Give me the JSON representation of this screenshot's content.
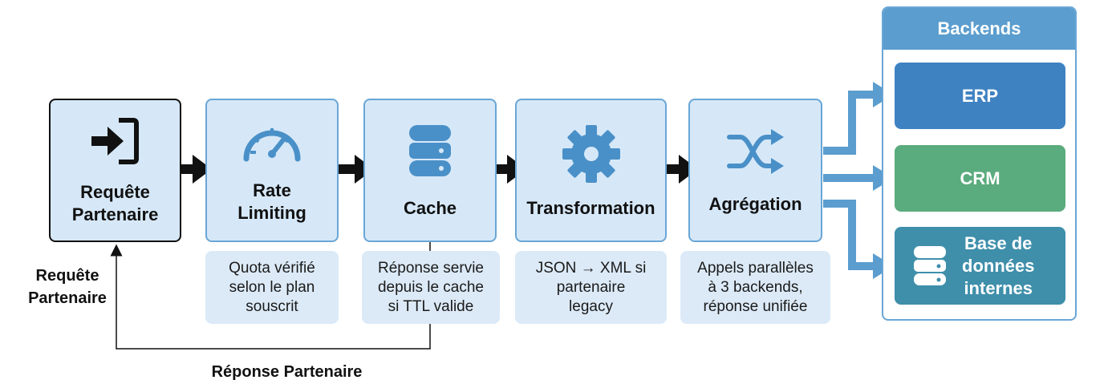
{
  "stages": [
    {
      "title": "Requête\nPartenaire",
      "icon": "sign-in-icon"
    },
    {
      "title": "Rate\nLimiting",
      "icon": "speedometer-icon"
    },
    {
      "title": "Cache",
      "icon": "database-icon"
    },
    {
      "title": "Transformation",
      "icon": "gear-icon"
    },
    {
      "title": "Agrégation",
      "icon": "shuffle-icon"
    }
  ],
  "notes": {
    "rate_limiting": "Quota vérifié\nselon le plan\nsouscrit",
    "cache": "Réponse servie\ndepuis le cache\nsi TTL valide",
    "transformation": "JSON → XML si\npartenaire\nlegacy",
    "aggregation": "Appels parallèles\nà 3 backends,\nréponse unifiée"
  },
  "labels": {
    "request": "Requête\nPartenaire",
    "response": "Réponse Partenaire"
  },
  "backends": {
    "title": "Backends",
    "items": [
      {
        "label": "ERP",
        "color": "#3f82c2"
      },
      {
        "label": "CRM",
        "color": "#5aab7d"
      },
      {
        "label": "Base de\ndonnées\ninternes",
        "color": "#3f8fab",
        "icon": "database-icon"
      }
    ]
  },
  "colors": {
    "accent": "#5b9dce",
    "stage_fill": "#d6e8f8",
    "icon": "#4a90c8",
    "arrow": "#111111",
    "connector": "#5b9dce"
  }
}
